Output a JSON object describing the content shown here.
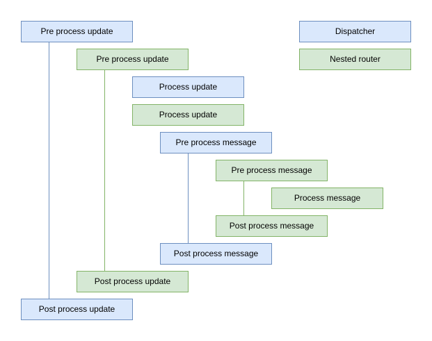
{
  "diagram": {
    "nodes": [
      {
        "id": "b1",
        "label": "Pre process update",
        "kind": "dispatcher"
      },
      {
        "id": "b2",
        "label": "Pre process update",
        "kind": "nested-router"
      },
      {
        "id": "b3",
        "label": "Process update",
        "kind": "dispatcher"
      },
      {
        "id": "b4",
        "label": "Process update",
        "kind": "nested-router"
      },
      {
        "id": "b5",
        "label": "Pre process message",
        "kind": "dispatcher"
      },
      {
        "id": "b6",
        "label": "Pre process message",
        "kind": "nested-router"
      },
      {
        "id": "b7",
        "label": "Process message",
        "kind": "nested-router"
      },
      {
        "id": "b8",
        "label": "Post process message",
        "kind": "nested-router"
      },
      {
        "id": "b9",
        "label": "Post process message",
        "kind": "dispatcher"
      },
      {
        "id": "b10",
        "label": "Post process update",
        "kind": "nested-router"
      },
      {
        "id": "b11",
        "label": "Post process update",
        "kind": "dispatcher"
      }
    ],
    "edges": [
      {
        "from": "b1",
        "to": "b11"
      },
      {
        "from": "b2",
        "to": "b10"
      },
      {
        "from": "b5",
        "to": "b9"
      },
      {
        "from": "b6",
        "to": "b8"
      }
    ]
  },
  "legend": {
    "dispatcher": "Dispatcher",
    "nested_router": "Nested router"
  },
  "colors": {
    "dispatcher_fill": "#dae8fc",
    "dispatcher_stroke": "#6c8ebf",
    "nested_router_fill": "#d5e8d4",
    "nested_router_stroke": "#82b366"
  }
}
